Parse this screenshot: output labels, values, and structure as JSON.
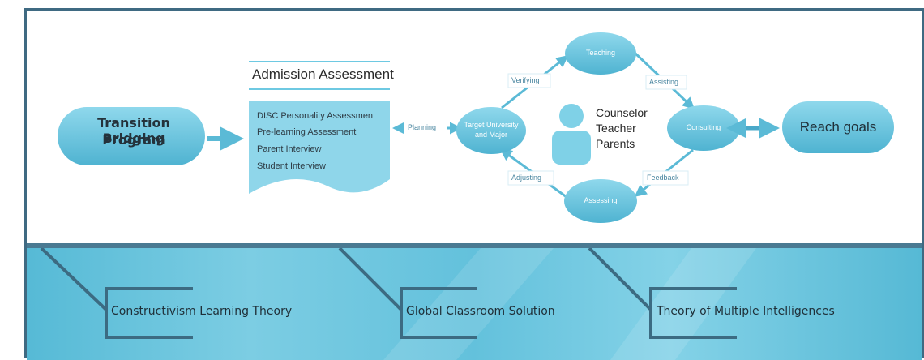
{
  "left_box": {
    "line1": "Transition Bridging",
    "line2": "Program"
  },
  "admission": {
    "title": "Admission Assessment",
    "items": [
      "DISC Personality Assessmen",
      "Pre-learning Assessment",
      "Parent Interview",
      "Student Interview"
    ]
  },
  "arrows": {
    "planning": "Planning",
    "verifying": "Verifying",
    "assisting": "Assisting",
    "adjusting": "Adjusting",
    "feedback": "Feedback"
  },
  "nodes": {
    "teaching": "Teaching",
    "target_line1": "Target University",
    "target_line2": "and Major",
    "consulting": "Consulting",
    "assessing": "Assessing"
  },
  "center": {
    "line1": "Counselor",
    "line2": "Teacher",
    "line3": "Parents"
  },
  "goal": "Reach goals",
  "theories": [
    "Constructivism Learning Theory",
    "Global Classroom Solution",
    "Theory of Multiple Intelligences"
  ],
  "colors": {
    "node": "#6ec9e2",
    "frame": "#3f6a82",
    "arrow": "#5bbad6"
  }
}
